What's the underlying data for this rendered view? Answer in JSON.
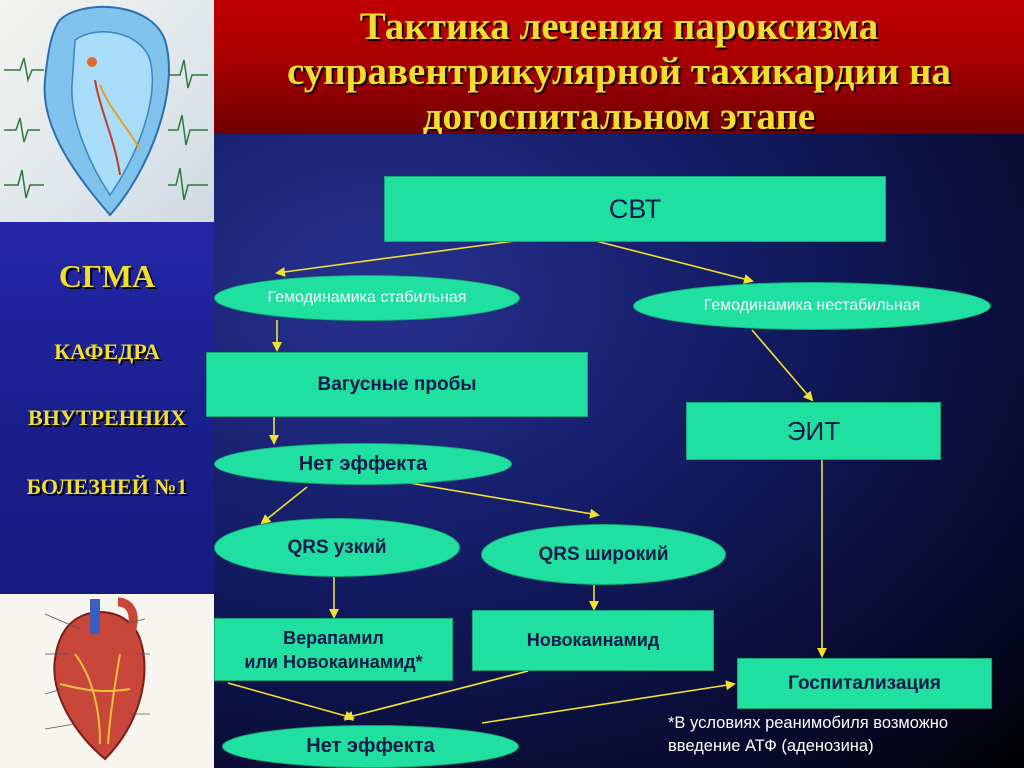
{
  "title": {
    "line1": "Тактика лечения пароксизма",
    "line2": "суправентрикулярной тахикардии на",
    "line3": "догоспитальном этапе"
  },
  "sidebar": {
    "org": "СГМА",
    "line1": "КАФЕДРА",
    "line2": "ВНУТРЕННИХ",
    "line3": "БОЛЕЗНЕЙ №1"
  },
  "diagram": {
    "svt": "СВТ",
    "hemo_stable": "Гемодинамика стабильная",
    "hemo_unstable": "Гемодинамика нестабильная",
    "vagal": "Вагусные пробы",
    "eit": "ЭИТ",
    "no_effect_1": "Нет эффекта",
    "qrs_narrow": "QRS узкий",
    "qrs_wide": "QRS широкий",
    "verapamil_line1": "Верапамил",
    "verapamil_line2": "или Новокаинамид*",
    "novocainamide": "Новокаинамид",
    "hospitalization": "Госпитализация",
    "no_effect_2": "Нет эффекта"
  },
  "footnote": {
    "line1": "*В условиях реанимобиля возможно",
    "line2": "введение АТФ (аденозина)"
  },
  "colors": {
    "node_fill": "#1fe0a0",
    "node_text": "#0a1a4a",
    "title_text": "#f2de2c",
    "title_band": "#c00000",
    "arrow": "#f2e030",
    "panel": "#141c66"
  }
}
